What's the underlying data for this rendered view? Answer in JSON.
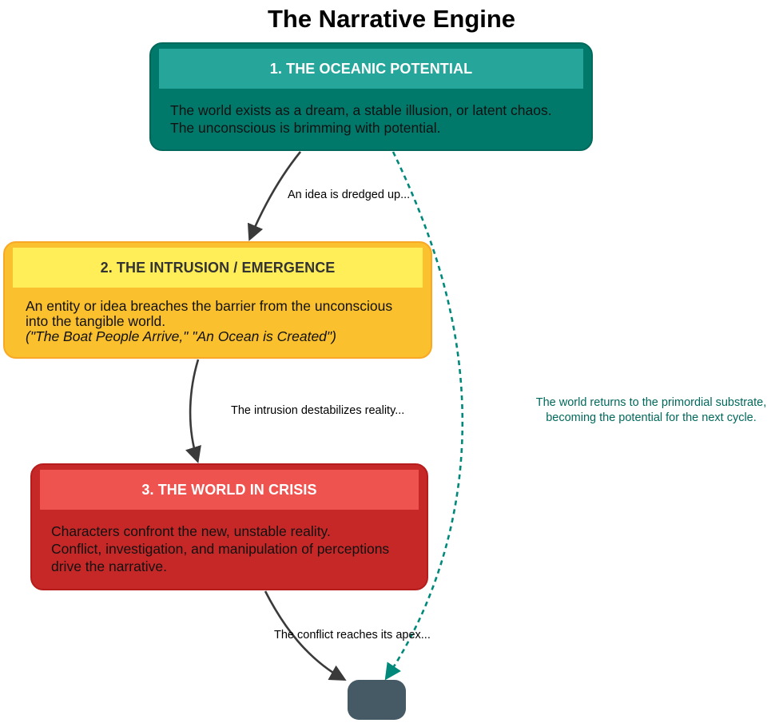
{
  "title": "The Narrative Engine",
  "nodes": {
    "oceanic": {
      "heading": "1. THE OCEANIC POTENTIAL",
      "lines": [
        "The world exists as a dream, a stable illusion, or latent chaos.",
        "The unconscious is brimming with potential."
      ]
    },
    "intrusion": {
      "heading": "2. THE INTRUSION / EMERGENCE",
      "lines": [
        "An entity or idea breaches the barrier from the unconscious",
        "into the tangible world."
      ],
      "examples": "(\"The Boat People Arrive,\" \"An Ocean is Created\")"
    },
    "crisis": {
      "heading": "3. THE WORLD IN CRISIS",
      "lines": [
        "Characters confront the new, unstable reality.",
        "Conflict, investigation, and manipulation of perceptions",
        "drive the narrative."
      ]
    }
  },
  "edges": {
    "oceanic_to_intrusion": "An idea is dredged up...",
    "intrusion_to_crisis": "The intrusion destabilizes reality...",
    "crisis_to_end": "The conflict reaches its apex...",
    "cycle_back": {
      "lines": [
        "The world returns to the primordial substrate,",
        "becoming the potential for the next cycle."
      ]
    }
  },
  "colors": {
    "oceanic_fill": "#00796b",
    "oceanic_header": "#26a69a",
    "intrusion_fill": "#fbc02d",
    "intrusion_header": "#ffee58",
    "crisis_fill": "#c62828",
    "crisis_header": "#ef5350",
    "end_fill": "#455a64",
    "edge": "#3a3a3a",
    "cycle_edge": "#00897b",
    "cycle_label": "#00695c"
  }
}
